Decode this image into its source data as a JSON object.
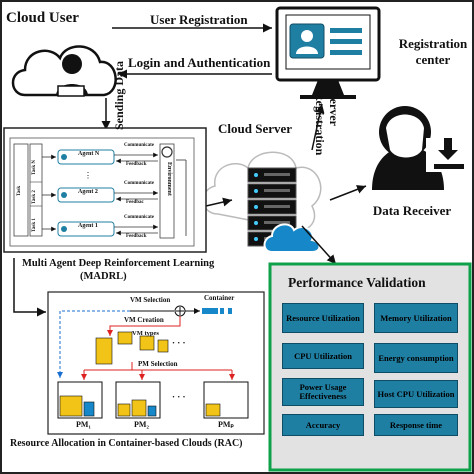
{
  "nodes": {
    "cloud_user": "Cloud User",
    "registration_center": "Registration center",
    "cloud_server": "Cloud Server",
    "data_receiver": "Data Receiver"
  },
  "edges": {
    "user_registration": "User Registration",
    "login_authentication": "Login and Authentication",
    "sending_data": "Sending Data",
    "server_registration": "Server Registration"
  },
  "madrl": {
    "caption_line1": "Multi Agent Deep Reinforcement Learning",
    "caption_line2": "(MADRL)",
    "agents": [
      "Agent N",
      "Agent 2",
      "Agent 1"
    ],
    "communicate": "Communicate",
    "feedback": "Feedback",
    "feedbac": "Feedbac",
    "environment": "Environment",
    "tasks": [
      "Task",
      "Task N",
      "Task 1",
      "Task 2"
    ]
  },
  "rac": {
    "caption": "Resource Allocation in Container-based Clouds (RAC)",
    "vm_selection": "VM Selection",
    "container": "Container",
    "vm_creation": "VM Creation",
    "vm_types": "VM types",
    "pm_selection": "PM Selection",
    "pm_labels": [
      "PM₁",
      "PM₂",
      "PMₚ"
    ],
    "dots": "· · ·"
  },
  "performance": {
    "title": "Performance Validation",
    "metrics": [
      "Resource Utilization",
      "Memory Utilization",
      "CPU Utilization",
      "Energy consumption",
      "Power Usage Effectiveness",
      "Host CPU Utilization",
      "Accuracy",
      "Response time"
    ]
  },
  "colors": {
    "accent_teal": "#1f7fa3",
    "pv_border": "#0fa04a",
    "pv_background": "#e2e2e2",
    "server_blue": "#1687c8",
    "bin_yellow": "#f2c418"
  }
}
